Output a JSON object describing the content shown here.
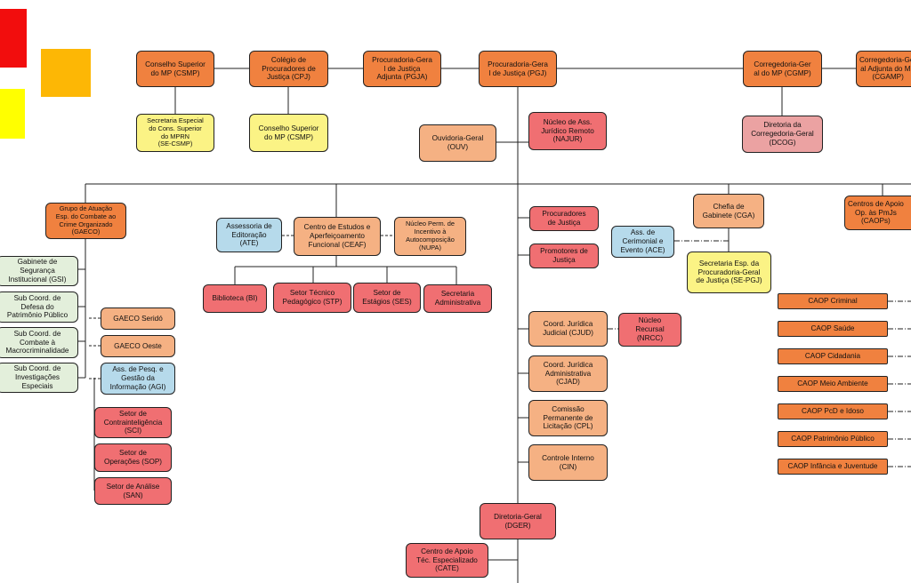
{
  "colors": {
    "orange": "#f0813f",
    "light_orange": "#f5b183",
    "yellow": "#fbf385",
    "red": "#f06f72",
    "pink": "#eba2a2",
    "green": "#e3efdb",
    "blue": "#b6daeb",
    "logo_red": "#f20d0d",
    "logo_orange": "#fdb705",
    "logo_yellow": "#ffff00"
  },
  "org": {
    "csmp": "Conselho Superior\ndo MP (CSMP)",
    "cpj": "Colégio de\nProcuradores de\nJustiça (CPJ)",
    "pgja": "Procuradoria-Gera\nl de Justiça\nAdjunta (PGJA)",
    "pgj": "Procuradoria-Gera\nl de Justiça (PGJ)",
    "cgmp": "Corregedoria-Ger\nal do MP (CGMP)",
    "cgamp": "Corregedoria-Ger\nal Adjunta do MP\n(CGAMP)",
    "se_csmp": "Secretaria Especial\ndo Cons. Superior\ndo MPRN\n(SE-CSMP)",
    "csmp2": "Conselho Superior\ndo MP (CSMP)",
    "ouv": "Ouvidoria-Geral\n(OUV)",
    "najur": "Núcleo de Ass.\nJurídico Remoto\n(NAJUR)",
    "dcog": "Diretoria da\nCorregedoria-Geral\n(DCOG)",
    "gaeco": "Grupo de Atuação\nEsp. do Combate ao\nCrime Organizado\n(GAECO)",
    "ate": "Assessoria de\nEditoração\n(ATE)",
    "ceaf": "Centro de Estudos e\nAperfeiçoamento\nFuncional (CEAF)",
    "nupa": "Núcleo Perm. de\nIncentivo à\nAutocomposição\n(NUPA)",
    "procuradores": "Procuradores\nde Justiça",
    "promotores": "Promotores de\nJustiça",
    "cga": "Chefia de\nGabinete (CGA)",
    "ace": "Ass. de\nCerimonial e\nEvento (ACE)",
    "se_pgj": "Secretaria Esp. da\nProcuradoria-Geral\nde Justiça (SE-PGJ)",
    "caops": "Centros de Apoio\nOp. às PmJs\n(CAOPs)",
    "gsi": "Gabinete de\nSegurança\nInstitucional (GSI)",
    "sc_patrimonio": "Sub Coord. de\nDefesa do\nPatrimônio Público",
    "sc_macro": "Sub Coord. de\nCombate à\nMacrocriminalidade",
    "sc_invest": "Sub Coord. de\nInvestigações\nEspeciais",
    "gaeco_serido": "GAECO Seridó",
    "gaeco_oeste": "GAECO Oeste",
    "agi": "Ass. de Pesq. e\nGestão da\nInformação (AGI)",
    "sci": "Setor de\nContrainteligência\n(SCI)",
    "sop": "Setor de\nOperações (SOP)",
    "san": "Setor de Análise\n(SAN)",
    "bi": "Biblioteca (BI)",
    "stp": "Setor Técnico\nPedagógico (STP)",
    "ses": "Setor de\nEstágios (SES)",
    "sa": "Secretaria\nAdministrativa",
    "cjud": "Coord. Jurídica\nJudicial (CJUD)",
    "nrcc": "Núcleo\nRecursal\n(NRCC)",
    "cjad": "Coord. Jurídica\nAdministrativa\n(CJAD)",
    "cpl": "Comissão\nPermanente de\nLicitação (CPL)",
    "cin": "Controle Interno\n(CIN)",
    "dger": "Diretoria-Geral\n(DGER)",
    "cate": "Centro de Apoio\nTéc. Especializado\n(CATE)",
    "caop_items": [
      "CAOP Criminal",
      "CAOP Saúde",
      "CAOP Cidadania",
      "CAOP Meio Ambiente",
      "CAOP PcD e Idoso",
      "CAOP Patrimônio Público",
      "CAOP Infância e Juventude"
    ]
  }
}
